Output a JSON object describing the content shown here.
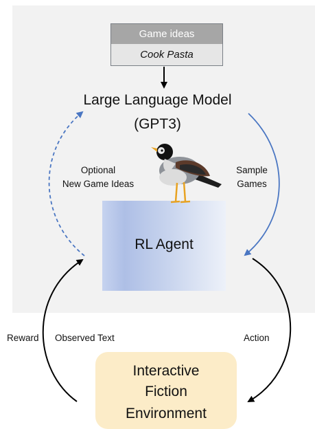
{
  "game_ideas": {
    "header": "Game ideas",
    "item": "Cook Pasta"
  },
  "llm": {
    "title": "Large Language Model",
    "subtitle": "(GPT3)"
  },
  "left_arrow_label": {
    "line1": "Optional",
    "line2": "New Game Ideas"
  },
  "right_arrow_label": {
    "line1": "Sample",
    "line2": "Games"
  },
  "rl_agent": {
    "label": "RL Agent"
  },
  "loop_labels": {
    "reward": "Reward",
    "observed_text": "Observed Text",
    "action": "Action"
  },
  "environment": {
    "line1": "Interactive",
    "line2": "Fiction",
    "line3": "Environment"
  },
  "colors": {
    "blue_arrow": "#4a76c2",
    "black_arrow": "#000000",
    "env_fill": "#fcecc8",
    "panel_fill": "#f2f2f2"
  },
  "icons": {
    "agent_mascot": "bird-icon"
  }
}
